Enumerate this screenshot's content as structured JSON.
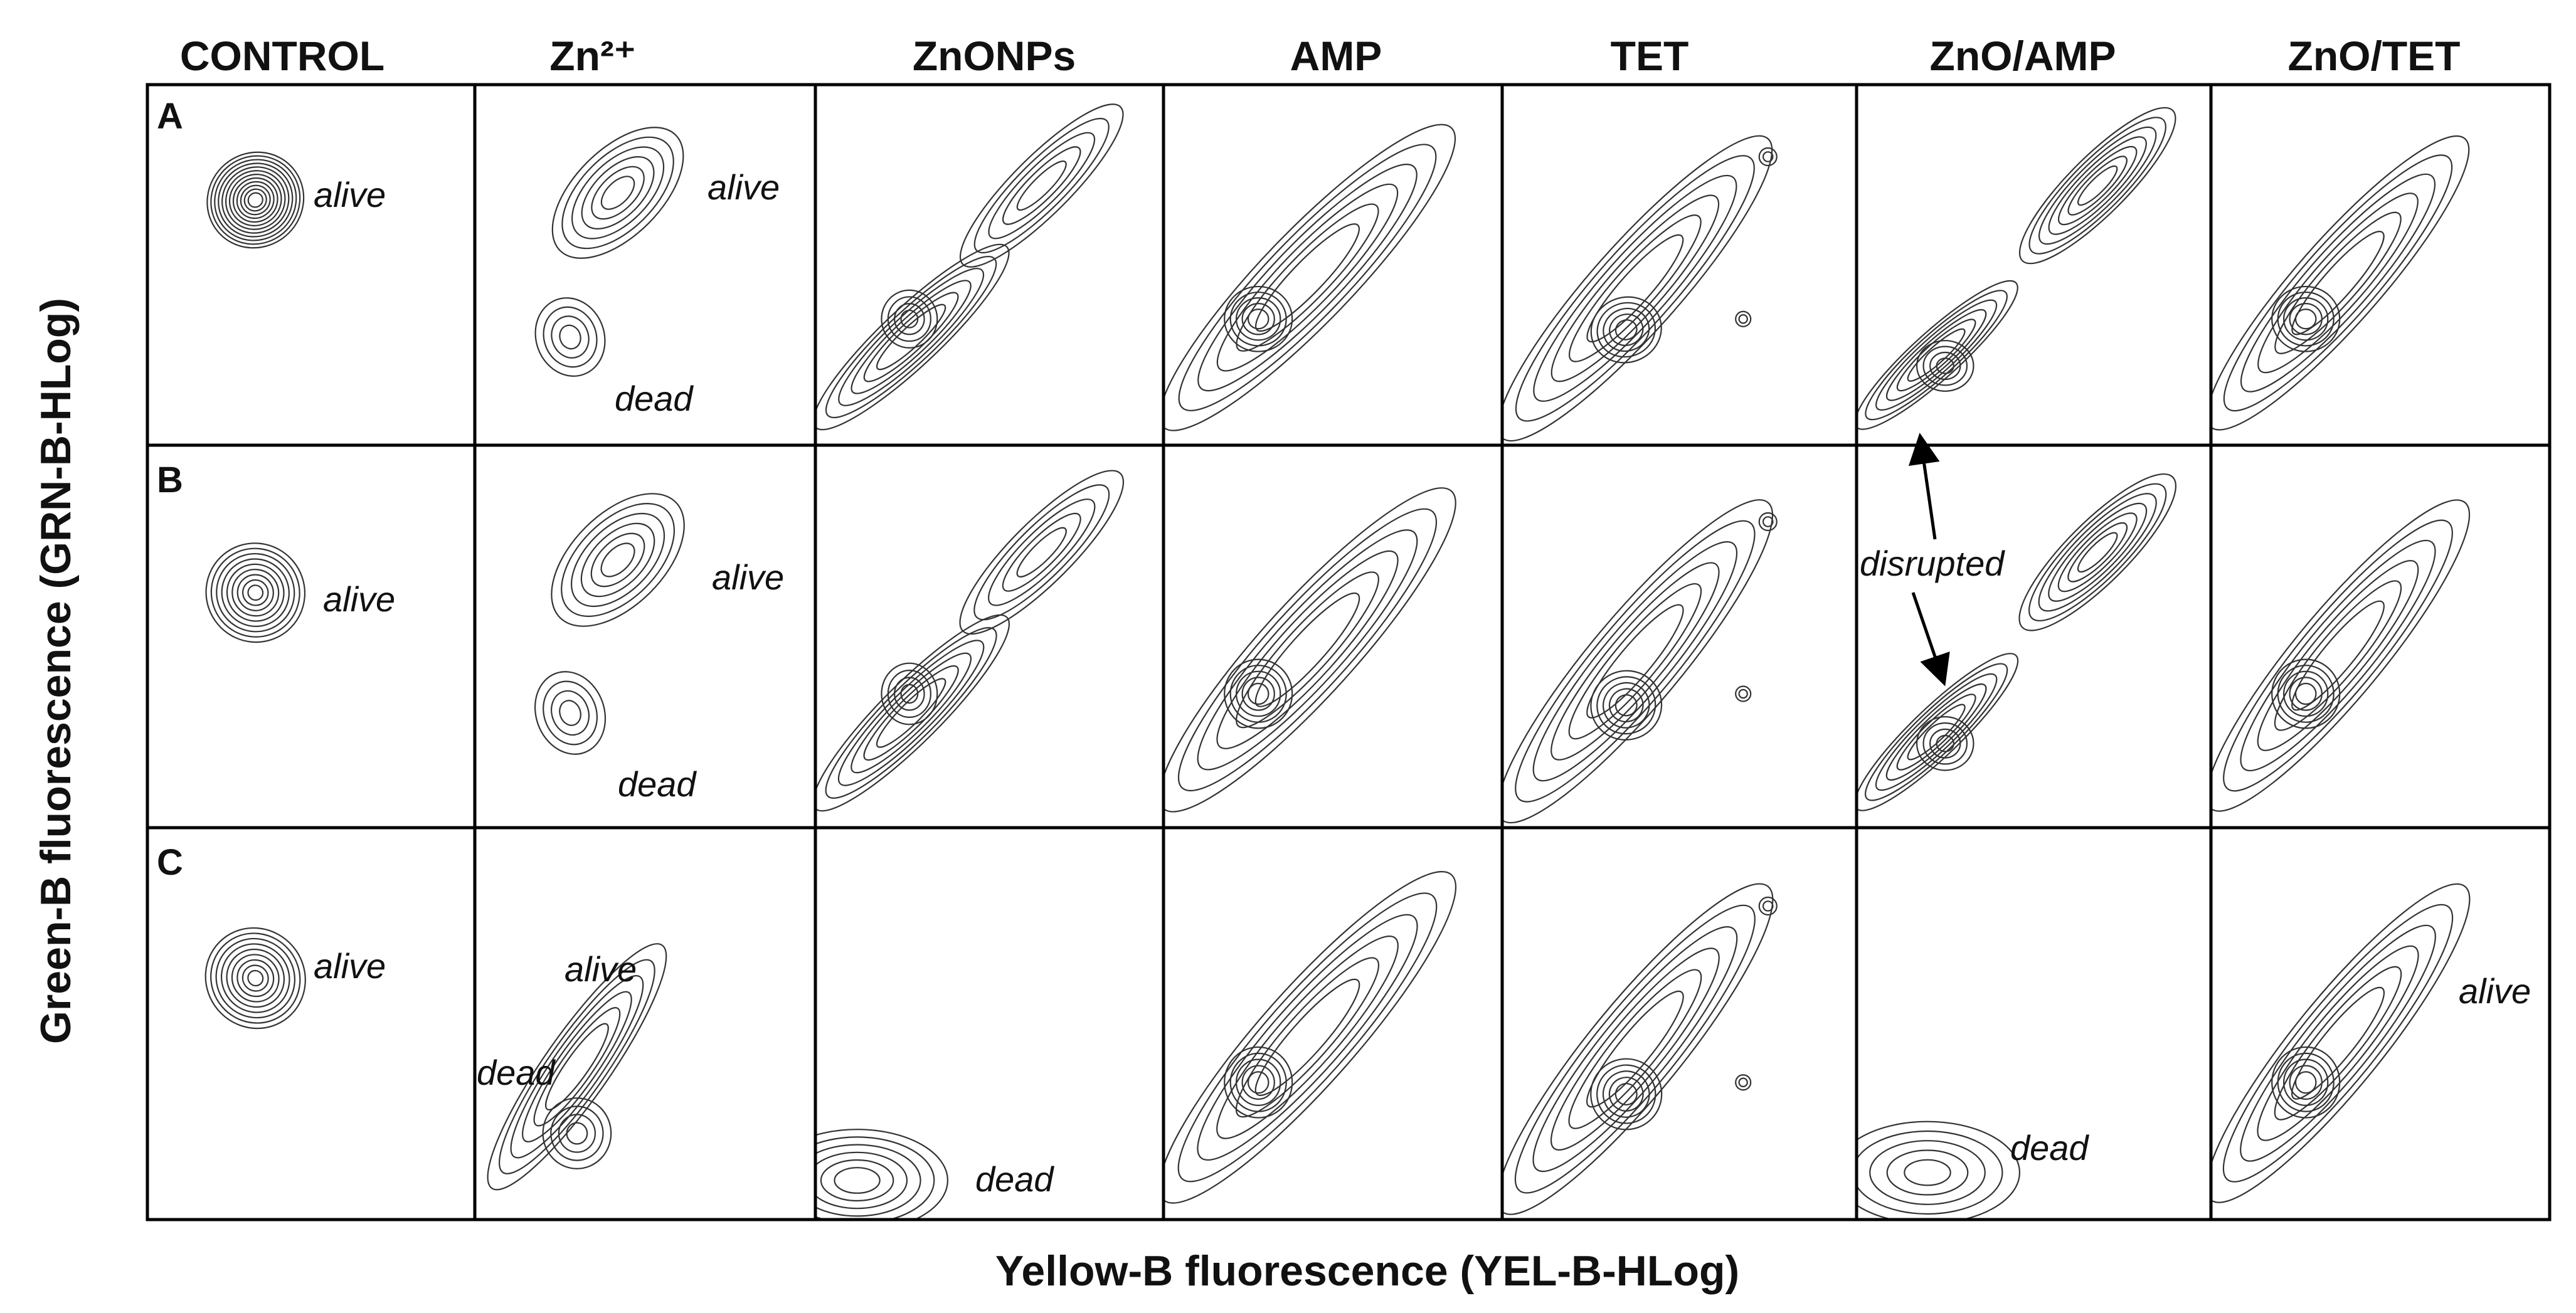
{
  "columns": [
    "CONTROL",
    "Zn²⁺",
    "ZnONPs",
    "AMP",
    "TET",
    "ZnO/AMP",
    "ZnO/TET"
  ],
  "rows": [
    "A",
    "B",
    "C"
  ],
  "x_axis_label": "Yellow-B fluorescence (YEL-B-HLog)",
  "y_axis_label": "Green-B fluorescence (GRN-B-HLog)",
  "annotations": {
    "alive": "alive",
    "dead": "dead",
    "disrupted": "disrupted"
  }
}
